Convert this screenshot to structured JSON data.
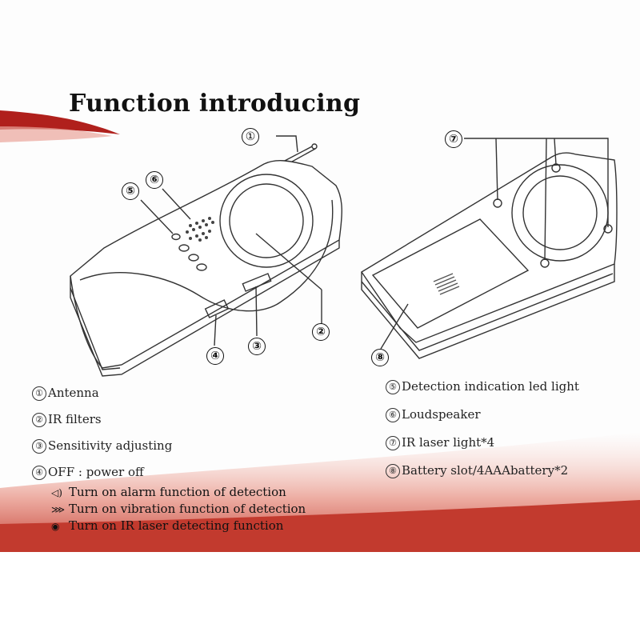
{
  "title": "Function introducing",
  "callouts": [
    "①",
    "②",
    "③",
    "④",
    "⑤",
    "⑥",
    "⑦",
    "⑧"
  ],
  "features_left": [
    {
      "num": "①",
      "text": "Antenna"
    },
    {
      "num": "②",
      "text": "IR  filters"
    },
    {
      "num": "③",
      "text": "Sensitivity  adjusting"
    },
    {
      "num": "④",
      "text": "OFF : power  off"
    }
  ],
  "features_right": [
    {
      "num": "⑤",
      "text": "Detection  indication  led  light"
    },
    {
      "num": "⑥",
      "text": "Loudspeaker"
    },
    {
      "num": "⑦",
      "text": "IR  laser  light*4"
    },
    {
      "num": "⑧",
      "text": "Battery  slot/4AAAbattery*2"
    }
  ],
  "modes": [
    {
      "icon": "speaker-icon",
      "glyph": "◁)",
      "text": "Turn  on  alarm  function  of  detection"
    },
    {
      "icon": "vibration-icon",
      "glyph": "⋙",
      "text": "Turn  on  vibration  function  of  detection"
    },
    {
      "icon": "eye-icon",
      "glyph": "◉",
      "text": "Turn  on  IR  laser  detecting  function"
    }
  ],
  "colors": {
    "accent_red": "#b0201c",
    "band_red": "#c23a2e",
    "ink": "#222222"
  }
}
